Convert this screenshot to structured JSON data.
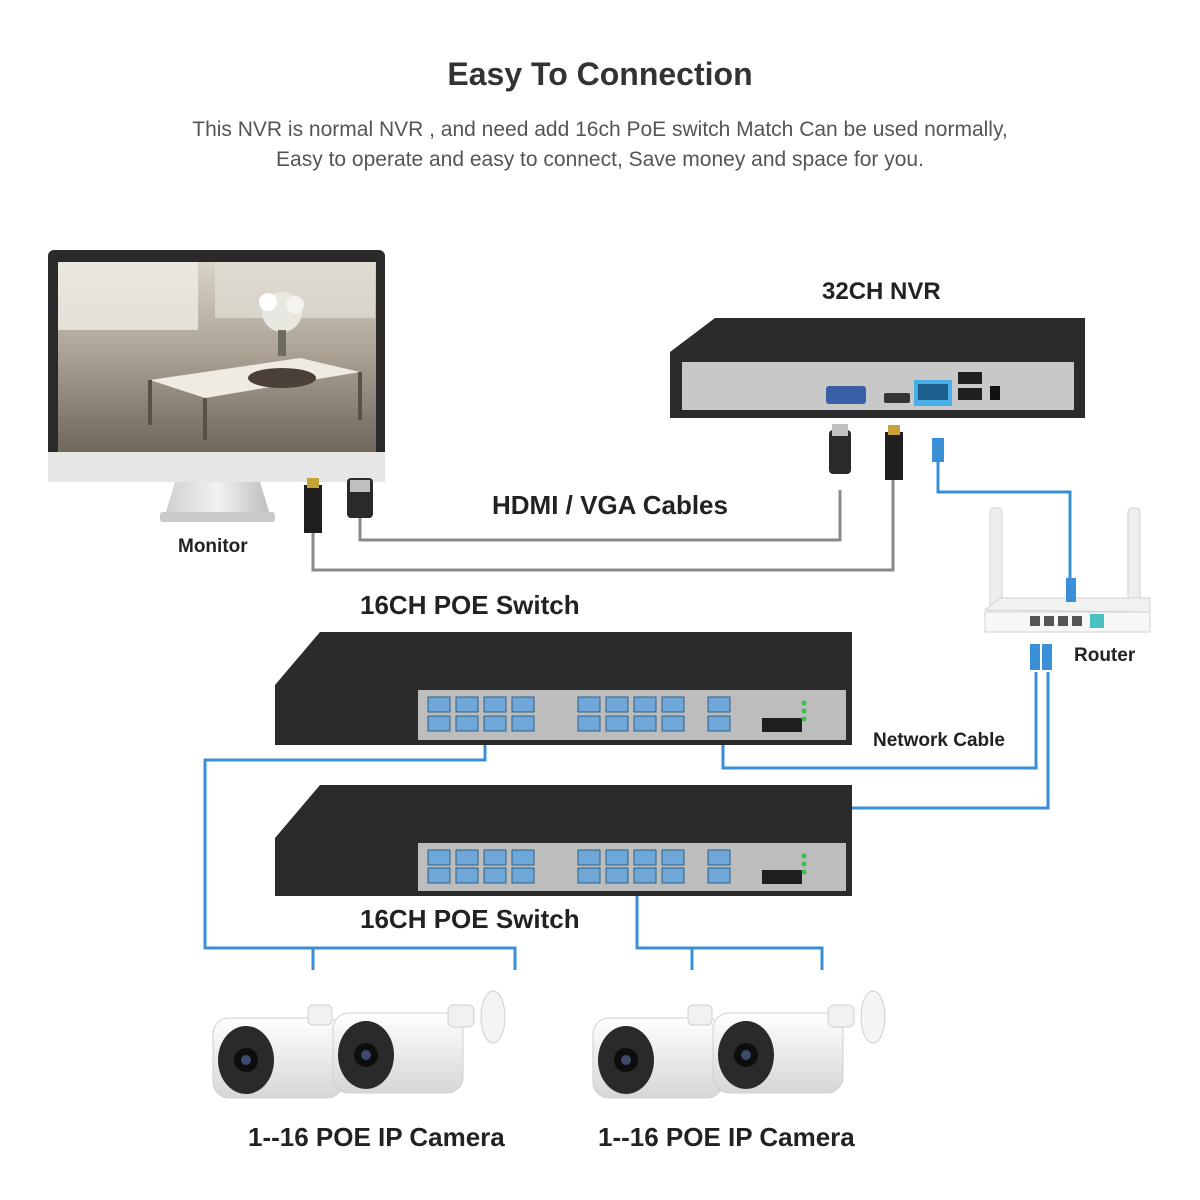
{
  "header": {
    "title": "Easy To Connection",
    "subtitle_line1": "This NVR is normal NVR , and need add 16ch PoE switch Match Can be used normally,",
    "subtitle_line2": "Easy to operate and easy to connect,   Save money and space for you."
  },
  "labels": {
    "nvr": "32CH NVR",
    "monitor": "Monitor",
    "cables": "HDMI / VGA Cables",
    "router": "Router",
    "switch_top": "16CH POE Switch",
    "switch_bottom": "16CH POE Switch",
    "network_cable": "Network Cable",
    "camera_left": "1--16 POE IP Camera",
    "camera_right": "1--16 POE IP Camera"
  },
  "colors": {
    "cable_blue": "#3a8fd6",
    "cable_gray": "#8a8a8a",
    "device_dark": "#2b2b2b",
    "port_blue": "#6fa8d8"
  }
}
